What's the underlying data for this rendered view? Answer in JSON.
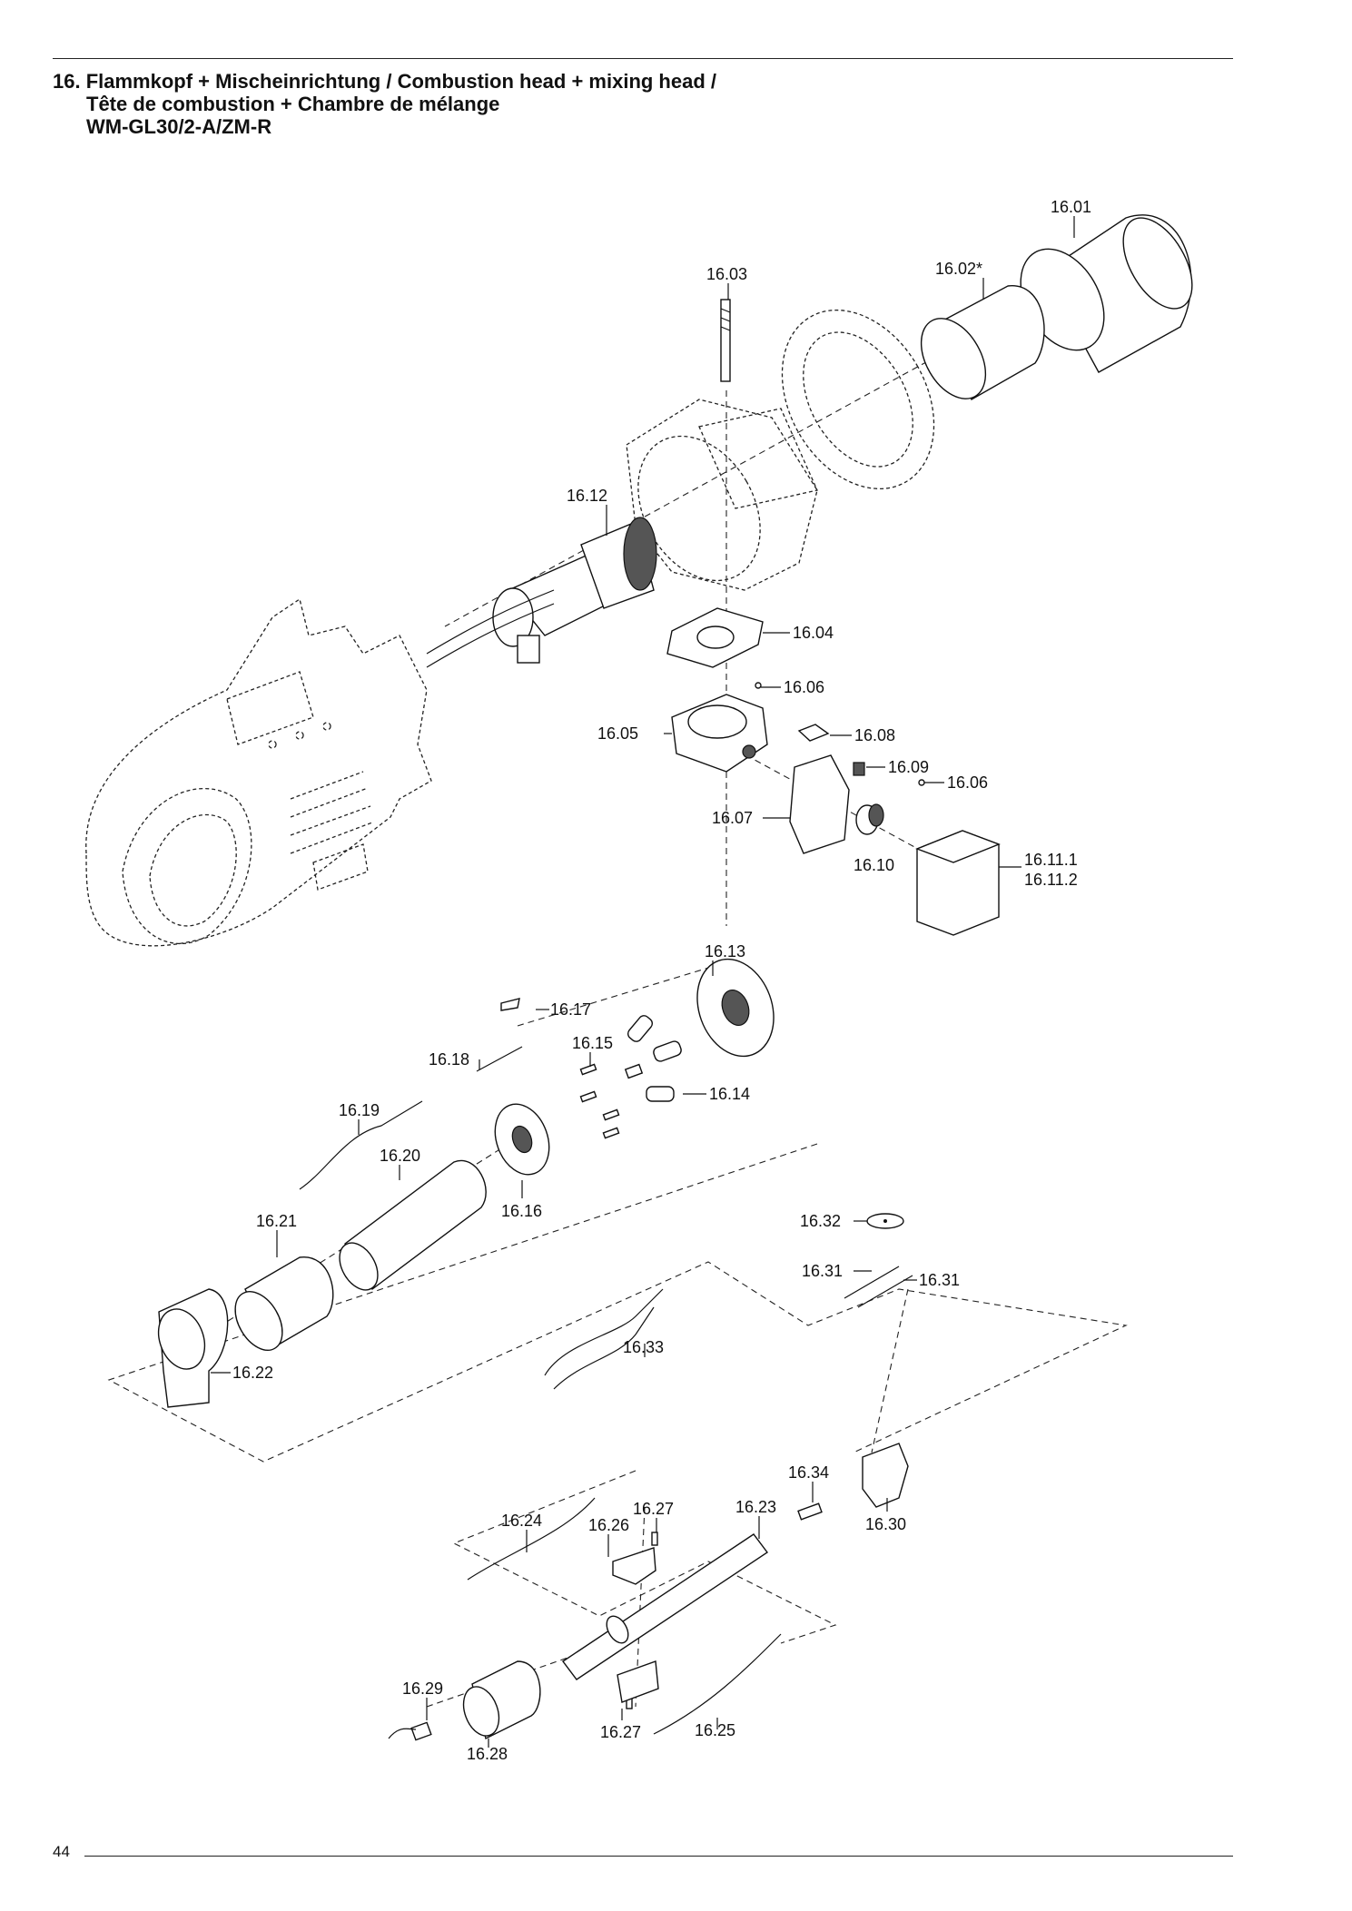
{
  "header": {
    "title_line1": "16. Flammkopf + Mischeinrichtung / Combustion head + mixing head /",
    "title_line2": "Tête de combustion + Chambre de mélange",
    "title_line3": "WM-GL30/2-A/ZM-R"
  },
  "footer": {
    "page_number": "44"
  },
  "callouts": {
    "p16_01": "16.01",
    "p16_02": "16.02*",
    "p16_03": "16.03",
    "p16_04": "16.04",
    "p16_05": "16.05",
    "p16_06a": "16.06",
    "p16_06b": "16.06",
    "p16_07": "16.07",
    "p16_08": "16.08",
    "p16_09": "16.09",
    "p16_10": "16.10",
    "p16_11_1": "16.11.1",
    "p16_11_2": "16.11.2",
    "p16_12": "16.12",
    "p16_13": "16.13",
    "p16_14": "16.14",
    "p16_15": "16.15",
    "p16_16": "16.16",
    "p16_17": "16.17",
    "p16_18": "16.18",
    "p16_19": "16.19",
    "p16_20": "16.20",
    "p16_21": "16.21",
    "p16_22": "16.22",
    "p16_23": "16.23",
    "p16_24": "16.24",
    "p16_25": "16.25",
    "p16_26": "16.26",
    "p16_27a": "16.27",
    "p16_27b": "16.27",
    "p16_28": "16.28",
    "p16_29": "16.29",
    "p16_30": "16.30",
    "p16_31a": "16.31",
    "p16_31b": "16.31",
    "p16_32": "16.32",
    "p16_33": "16.33",
    "p16_34": "16.34"
  }
}
